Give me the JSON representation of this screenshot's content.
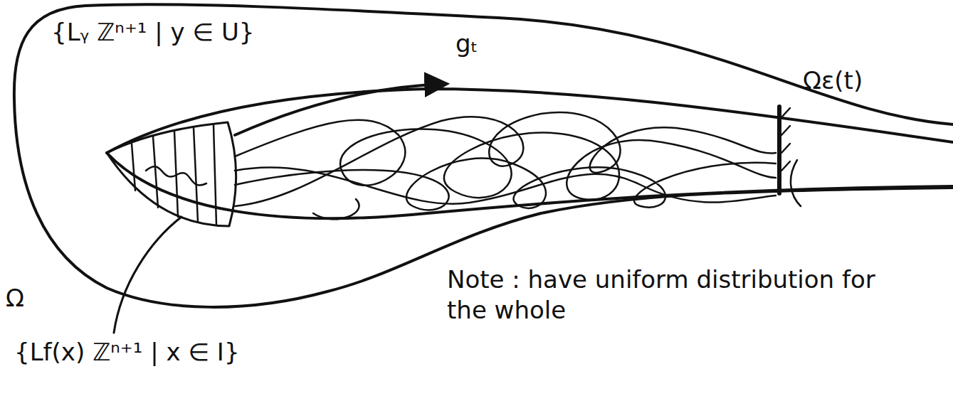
{
  "diagram": {
    "labels": [
      "{Lᵧ ℤⁿ⁺¹ | y ∈ U}",
      "gₜ",
      "Ωε(t)",
      "Ω",
      "{Lf(x) ℤⁿ⁺¹ | x ∈ I}",
      "Note : have uniform distribution for the whole"
    ]
  }
}
